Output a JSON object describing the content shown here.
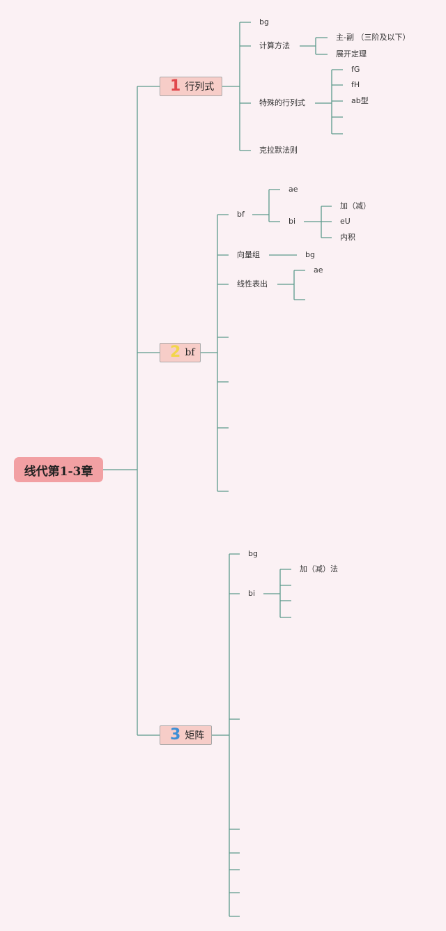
{
  "root": "线代第1-3章",
  "topics": [
    {
      "number": "1",
      "label": "行列式",
      "children": [
        {
          "label": "bg"
        },
        {
          "label": "计算方法",
          "children": [
            "主-副 （三阶及以下）",
            "展开定理"
          ]
        },
        {
          "label": "特殊的行列式",
          "children": [
            "fG",
            "fH",
            "ab型",
            "",
            ""
          ]
        },
        {
          "label": "克拉默法则"
        }
      ]
    },
    {
      "number": "2",
      "label": "bf",
      "children": [
        {
          "label": "bf",
          "children": [
            {
              "label": "ae"
            },
            {
              "label": "bi",
              "children": [
                "加（减）",
                "eU",
                "内积"
              ]
            }
          ]
        },
        {
          "label": "向量组",
          "children": [
            {
              "label": "bg"
            }
          ]
        },
        {
          "label": "线性表出",
          "children": [
            {
              "label": "ae"
            },
            {
              "label": ""
            }
          ]
        },
        {
          "label": ""
        },
        {
          "label": ""
        },
        {
          "label": ""
        },
        {
          "label": ""
        }
      ]
    },
    {
      "number": "3",
      "label": "矩阵",
      "children": [
        {
          "label": "bg"
        },
        {
          "label": "bi",
          "children": [
            "加（减）法",
            "",
            "",
            ""
          ]
        },
        {
          "label": ""
        },
        {
          "label": ""
        },
        {
          "label": ""
        },
        {
          "label": ""
        },
        {
          "label": ""
        },
        {
          "label": ""
        }
      ]
    }
  ]
}
